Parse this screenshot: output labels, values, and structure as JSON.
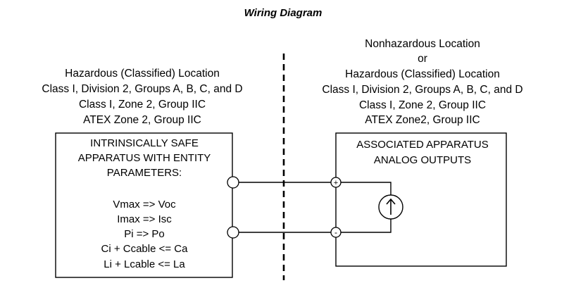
{
  "title": "Wiring Diagram",
  "left_location": [
    "Hazardous (Classified) Location",
    "Class I, Division 2, Groups A, B, C, and D",
    "Class I, Zone 2, Group IIC",
    "ATEX Zone 2, Group IIC"
  ],
  "right_location": [
    "Nonhazardous Location",
    "or",
    "Hazardous (Classified) Location",
    "Class I, Division 2, Groups A, B, C, and D",
    "Class I, Zone 2, Group IIC",
    "ATEX Zone2, Group IIC"
  ],
  "left_box": {
    "heading": [
      "INTRINSICALLY SAFE",
      "APPARATUS WITH ENTITY",
      "PARAMETERS:"
    ],
    "parameters": [
      "Vmax => Voc",
      "Imax => Isc",
      "Pi => Po",
      "Ci + Ccable <= Ca",
      "Li + Lcable <= La"
    ]
  },
  "right_box": {
    "heading": [
      "ASSOCIATED APPARATUS",
      "ANALOG OUTPUTS"
    ]
  },
  "terminals": {
    "plus": "+",
    "minus": "-"
  },
  "icons": [
    "current-source-icon",
    "arrow-up-icon"
  ]
}
